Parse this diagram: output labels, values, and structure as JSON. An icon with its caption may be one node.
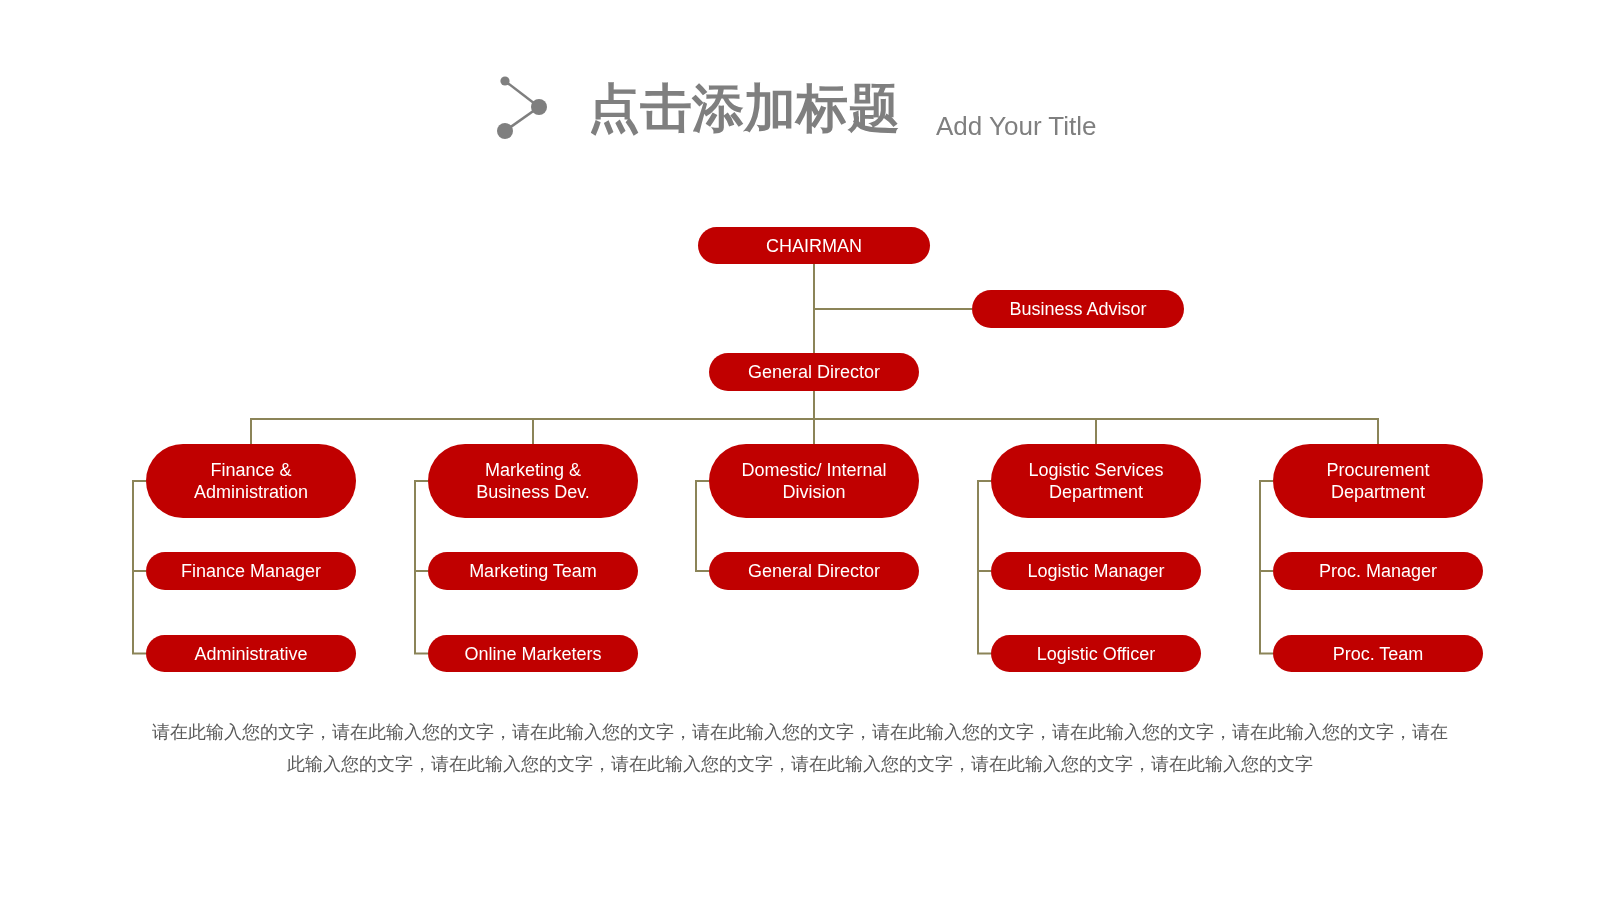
{
  "diagram": {
    "title": "点击添加标题",
    "caption": "请在此输入您的文字，请在此输入您的文字，请在此输入您的文字，请在此输入您的文字，请在此输入您的文字，请在此输入您的文字，请在此输入您的文字，请在此输入您的文字，请在此输入您的文字，请在此输入您的文字，请在此输入您的文字，请在此输入您的文字，请在此输入您的文字",
    "nodes": [
      {
        "text": [
          "CHAIRMAN"
        ]
      },
      {
        "text": [
          "Business Advisor"
        ]
      },
      {
        "text": [
          "General Director"
        ]
      },
      {
        "text": [
          "Finance & Administration"
        ]
      },
      {
        "text": [
          "Marketing & Business Dev."
        ]
      },
      {
        "text": [
          "Domestic/ Internal Division"
        ]
      },
      {
        "text": [
          "Logistic Services Department"
        ]
      },
      {
        "text": [
          "Procurement Department"
        ]
      },
      {
        "text": [
          "Finance Manager"
        ]
      },
      {
        "text": [
          "Marketing Team"
        ]
      },
      {
        "text": [
          "General Director"
        ]
      },
      {
        "text": [
          "Logistic Manager"
        ]
      },
      {
        "text": [
          "Proc. Manager"
        ]
      },
      {
        "text": [
          "Administrative"
        ]
      },
      {
        "text": [
          "Online Marketers"
        ]
      },
      {
        "text": [
          "Logistic Officer"
        ]
      },
      {
        "text": [
          "Proc. Team"
        ]
      }
    ],
    "edges": [
      {
        "from": 0,
        "to": 2,
        "arrow": "none"
      },
      {
        "from": 0,
        "to": 1,
        "arrow": "none"
      },
      {
        "from": 2,
        "to": 3,
        "arrow": "none"
      },
      {
        "from": 2,
        "to": 4,
        "arrow": "none"
      },
      {
        "from": 2,
        "to": 5,
        "arrow": "none"
      },
      {
        "from": 2,
        "to": 6,
        "arrow": "none"
      },
      {
        "from": 2,
        "to": 7,
        "arrow": "none"
      },
      {
        "from": 3,
        "to": 8,
        "arrow": "none"
      },
      {
        "from": 3,
        "to": 13,
        "arrow": "none"
      },
      {
        "from": 4,
        "to": 9,
        "arrow": "none"
      },
      {
        "from": 4,
        "to": 14,
        "arrow": "none"
      },
      {
        "from": 5,
        "to": 10,
        "arrow": "none"
      },
      {
        "from": 6,
        "to": 11,
        "arrow": "none"
      },
      {
        "from": 6,
        "to": 15,
        "arrow": "none"
      },
      {
        "from": 7,
        "to": 12,
        "arrow": "none"
      },
      {
        "from": 7,
        "to": 16,
        "arrow": "none"
      }
    ],
    "labels": [
      "Add Your Title"
    ]
  }
}
